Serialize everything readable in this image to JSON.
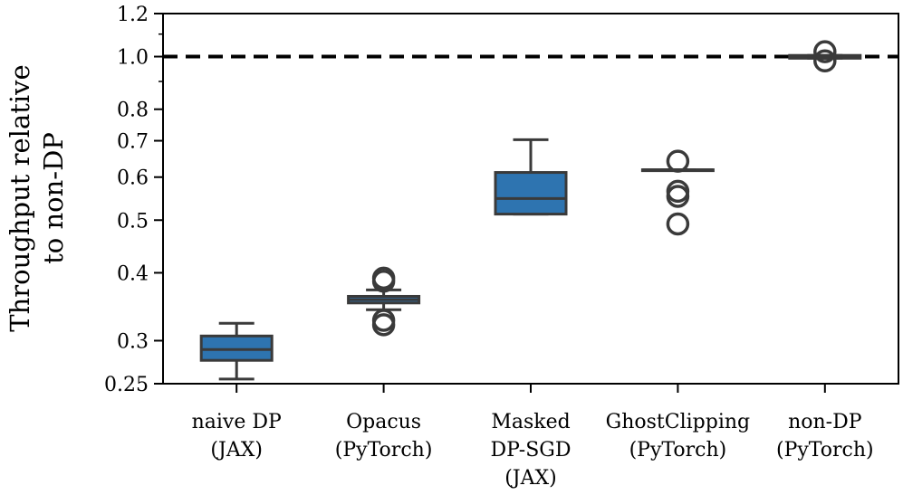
{
  "chart_data": {
    "type": "box",
    "ylabel_lines": [
      "Throughput relative",
      "to non-DP"
    ],
    "xlabel": "",
    "y_scale": "log",
    "ylim": [
      0.25,
      1.2
    ],
    "y_ticks": [
      {
        "value": 0.25,
        "label": "0.25"
      },
      {
        "value": 0.3,
        "label": "0.3"
      },
      {
        "value": 0.4,
        "label": "0.4"
      },
      {
        "value": 0.5,
        "label": "0.5"
      },
      {
        "value": 0.6,
        "label": "0.6"
      },
      {
        "value": 0.7,
        "label": "0.7"
      },
      {
        "value": 0.8,
        "label": "0.8"
      },
      {
        "value": 1.0,
        "label": "1.0"
      },
      {
        "value": 1.2,
        "label": "1.2"
      }
    ],
    "y_minor_ticks": [
      0.9,
      1.1
    ],
    "reference_line": {
      "value": 1.0,
      "style": "dashed",
      "color": "#000000"
    },
    "box_color": "#2e74b0",
    "edge_color": "#3a3a3a",
    "categories": [
      {
        "label_lines": [
          "naive DP",
          "(JAX)"
        ],
        "whisker_low": 0.255,
        "q1": 0.276,
        "median": 0.289,
        "q3": 0.306,
        "whisker_high": 0.323,
        "outliers": []
      },
      {
        "label_lines": [
          "Opacus",
          "(PyTorch)"
        ],
        "whisker_low": 0.342,
        "q1": 0.352,
        "median": 0.357,
        "q3": 0.362,
        "whisker_high": 0.372,
        "outliers": [
          0.321,
          0.327,
          0.386,
          0.391
        ]
      },
      {
        "label_lines": [
          "Masked",
          "DP-SGD",
          "(JAX)"
        ],
        "whisker_low": 0.513,
        "q1": 0.513,
        "median": 0.548,
        "q3": 0.612,
        "whisker_high": 0.703,
        "outliers": []
      },
      {
        "label_lines": [
          "GhostClipping",
          "(PyTorch)"
        ],
        "whisker_low": 0.619,
        "q1": 0.619,
        "median": 0.619,
        "q3": 0.619,
        "whisker_high": 0.619,
        "outliers": [
          0.492,
          0.553,
          0.565,
          0.642
        ]
      },
      {
        "label_lines": [
          "non-DP",
          "(PyTorch)"
        ],
        "whisker_low": 0.993,
        "q1": 0.993,
        "median": 1.0,
        "q3": 1.005,
        "whisker_high": 1.005,
        "outliers": [
          0.982,
          1.021
        ]
      }
    ]
  }
}
